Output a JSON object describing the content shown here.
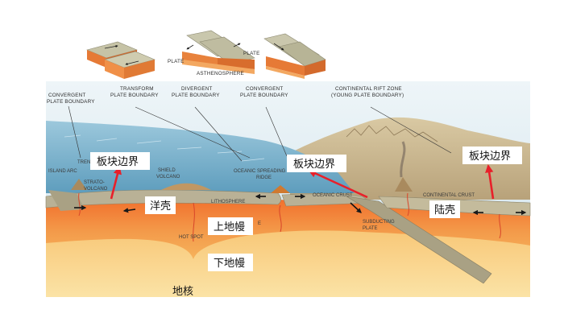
{
  "blocks": {
    "plate_label_left": "PLATE",
    "plate_label_right": "PLATE",
    "asthenosphere_label": "ASTHENOSPHERE"
  },
  "headers": {
    "convergent_left": [
      "CONVERGENT",
      "PLATE BOUNDARY"
    ],
    "transform": [
      "TRANSFORM",
      "PLATE BOUNDARY"
    ],
    "divergent": [
      "DIVERGENT",
      "PLATE BOUNDARY"
    ],
    "convergent_mid": [
      "CONVERGENT",
      "PLATE BOUNDARY"
    ],
    "rift": [
      "CONTINENTAL RIFT ZONE",
      "(YOUNG PLATE BOUNDARY)"
    ]
  },
  "features": {
    "trench": "TRENCH",
    "island_arc": "ISLAND ARC",
    "strato_volcano": [
      "STRATO-",
      "VOLCANO"
    ],
    "shield_volcano": [
      "SHIELD",
      "VOLCANO"
    ],
    "lithosphere": "LITHOSPHERE",
    "oceanic_ridge": [
      "OCEANIC SPREADING",
      "RIDGE"
    ],
    "oceanic_crust": "OCEANIC CRUST",
    "subducting_plate": [
      "SUBDUCTING",
      "PLATE"
    ],
    "continental_crust": "CONTINENTAL CRUST",
    "hot_spot": "HOT SPOT",
    "asthenosphere_partial": "E"
  },
  "cn": {
    "boundary_left": "板块边界",
    "boundary_mid": "板块边界",
    "boundary_right": "板块边界",
    "oceanic_crust": "洋壳",
    "continental_crust": "陆壳",
    "upper_mantle": "上地幔",
    "lower_mantle": "下地幔",
    "core": "地核"
  },
  "colors": {
    "sky": "#dcebf2",
    "ocean": "#7fb6cf",
    "lithosphere": "#b9b196",
    "upper_mantle": "#f0843e",
    "lower_mantle": "#f7bd63",
    "land": "#cdb68e",
    "annotation_arrow": "#e8202a"
  }
}
